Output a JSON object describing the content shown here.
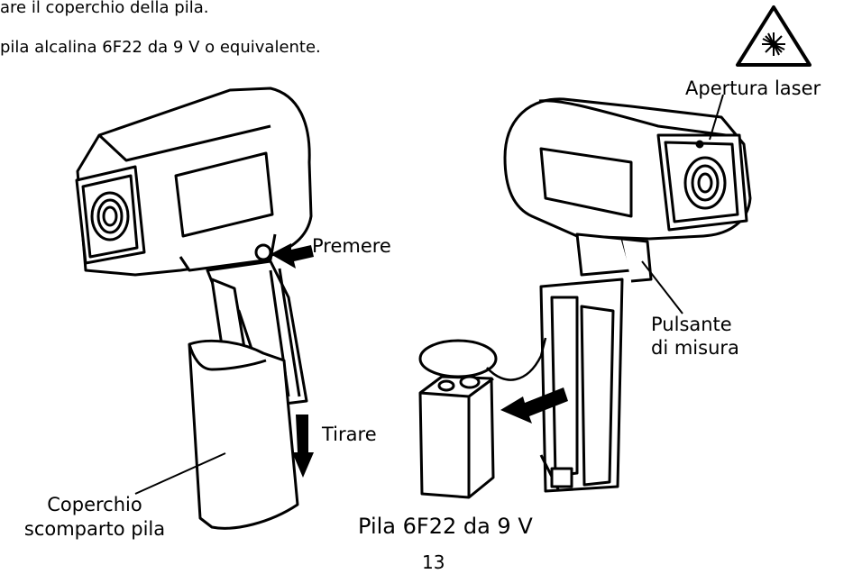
{
  "instructions": [
    "are il coperchio della pila.",
    "pila alcalina 6F22 da 9 V o equivalente."
  ],
  "labels": {
    "laser_aperture": "Apertura laser",
    "press": "Premere",
    "pull": "Tirare",
    "measure_button_line1": "Pulsante",
    "measure_button_line2": "di misura",
    "battery_cover_line1": "Coperchio",
    "battery_cover_line2": "scomparto pila",
    "battery_caption": "Pila 6F22 da 9 V"
  },
  "page_number": "13",
  "icons": {
    "warning": "laser-warning-triangle-icon"
  }
}
